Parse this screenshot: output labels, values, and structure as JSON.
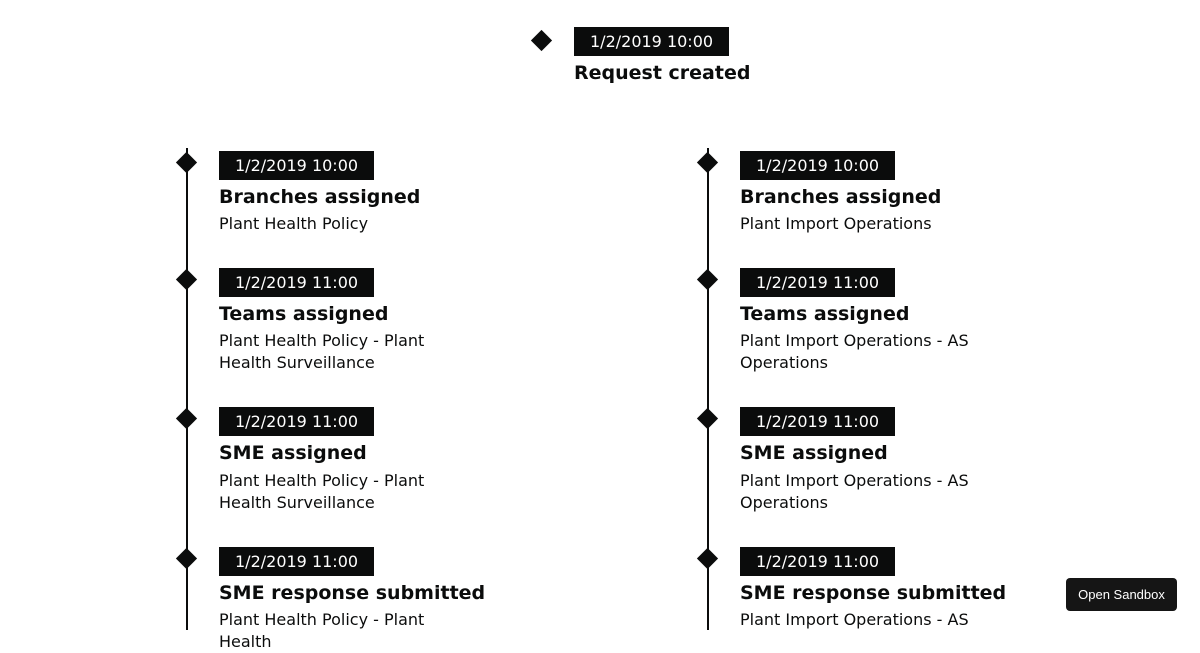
{
  "top_event": {
    "date": "1/2/2019 10:00",
    "title": "Request created"
  },
  "columns": [
    {
      "events": [
        {
          "date": "1/2/2019 10:00",
          "title": "Branches assigned",
          "desc": "Plant Health Policy"
        },
        {
          "date": "1/2/2019 11:00",
          "title": "Teams assigned",
          "desc": "Plant Health Policy - Plant Health Surveillance"
        },
        {
          "date": "1/2/2019 11:00",
          "title": "SME assigned",
          "desc": "Plant Health Policy - Plant Health Surveillance"
        },
        {
          "date": "1/2/2019 11:00",
          "title": "SME response submitted",
          "desc": "Plant Health Policy - Plant Health"
        }
      ]
    },
    {
      "events": [
        {
          "date": "1/2/2019 10:00",
          "title": "Branches assigned",
          "desc": "Plant Import Operations"
        },
        {
          "date": "1/2/2019 11:00",
          "title": "Teams assigned",
          "desc": "Plant Import Operations - AS Operations"
        },
        {
          "date": "1/2/2019 11:00",
          "title": "SME assigned",
          "desc": "Plant Import Operations - AS Operations"
        },
        {
          "date": "1/2/2019 11:00",
          "title": "SME response submitted",
          "desc": "Plant Import Operations - AS"
        }
      ]
    }
  ],
  "sandbox_button": {
    "label": "Open Sandbox"
  }
}
